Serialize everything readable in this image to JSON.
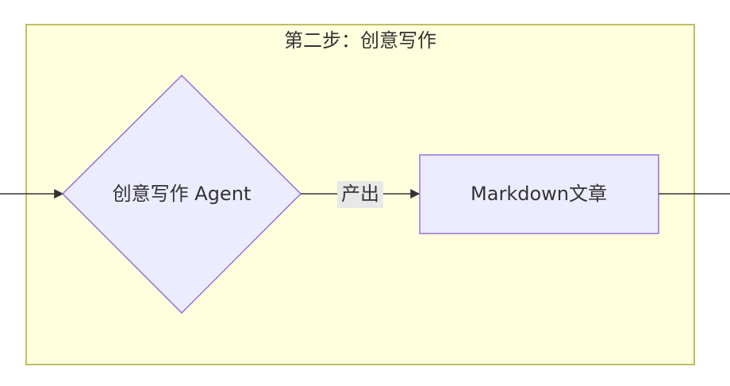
{
  "subgraph": {
    "title": "第二步：创意写作",
    "fill": "#ffffde",
    "stroke": "#aaaa33"
  },
  "nodes": {
    "agent": {
      "label": "创意写作 Agent",
      "shape": "diamond"
    },
    "article": {
      "label": "Markdown文章",
      "shape": "rectangle"
    }
  },
  "edges": {
    "agent_to_article": {
      "label": "产出"
    }
  },
  "colors": {
    "node_fill": "#ececff",
    "node_stroke": "#9370db",
    "edge": "#333333",
    "edge_label_bg": "#e8e8e8",
    "text": "#333333"
  }
}
